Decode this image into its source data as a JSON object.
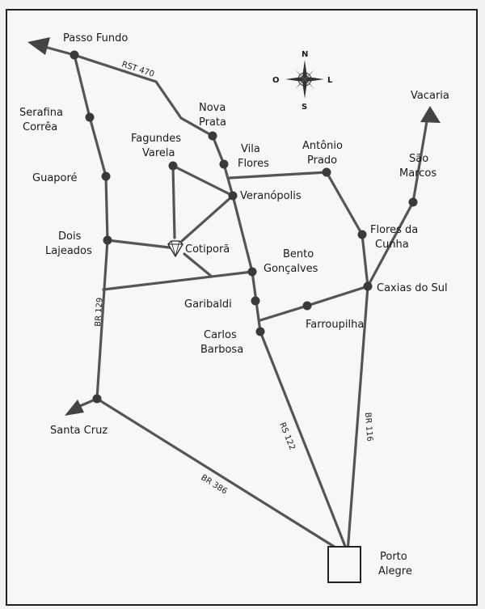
{
  "cities": {
    "passo_fundo": "Passo Fundo",
    "serafina": [
      "Serafina",
      "Corrêa"
    ],
    "guapore": "Guaporé",
    "dois_lajeados": [
      "Dois",
      "Lajeados"
    ],
    "santa_cruz": "Santa Cruz",
    "nova_prata": [
      "Nova",
      "Prata"
    ],
    "fagundes_varela": [
      "Fagundes",
      "Varela"
    ],
    "vila_flores": [
      "Vila",
      "Flores"
    ],
    "veranopolis": "Veranópolis",
    "cotipora": "Cotiporã",
    "antonio_prado": [
      "Antônio",
      "Prado"
    ],
    "vacaria": "Vacaria",
    "sao_marcos": [
      "São",
      "Marcos"
    ],
    "flores_da_cunha": [
      "Flores da",
      "Cunha"
    ],
    "bento_goncalves": [
      "Bento",
      "Gonçalves"
    ],
    "caxias_do_sul": "Caxias do Sul",
    "garibaldi": "Garibaldi",
    "farroupilha": "Farroupilha",
    "carlos_barbosa": [
      "Carlos",
      "Barbosa"
    ],
    "porto_alegre": [
      "Porto",
      "Alegre"
    ]
  },
  "roads": {
    "rst470": "RST 470",
    "br129": "BR 129",
    "br386": "BR 386",
    "rs122": "RS 122",
    "br116": "BR 116"
  },
  "compass": {
    "n": "N",
    "s": "S",
    "l": "L",
    "o": "O"
  },
  "icons": {
    "cotipora_marker": "diamond-icon",
    "compass": "compass-rose-icon"
  }
}
